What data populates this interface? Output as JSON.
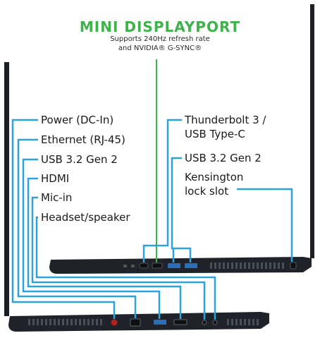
{
  "header": {
    "title": "MINI DISPLAYPORT",
    "subtitle_line1": "Supports 240Hz refresh rate",
    "subtitle_line2": "and NVIDIA® G-SYNC®"
  },
  "left_ports": [
    {
      "label": "Power (DC-In)"
    },
    {
      "label": "Ethernet (RJ-45)"
    },
    {
      "label": "USB 3.2 Gen 2"
    },
    {
      "label": "HDMI"
    },
    {
      "label": "Mic-in"
    },
    {
      "label": "Headset/speaker"
    }
  ],
  "right_ports": [
    {
      "label_line1": "Thunderbolt 3 /",
      "label_line2": "USB Type-C"
    },
    {
      "label_line1": "USB 3.2 Gen 2"
    },
    {
      "label_line1": "Kensington",
      "label_line2": "lock slot"
    }
  ],
  "colors": {
    "accent_green": "#3db34a",
    "callout_blue": "#2aa3e0",
    "laptop_body": "#1c1f24"
  }
}
